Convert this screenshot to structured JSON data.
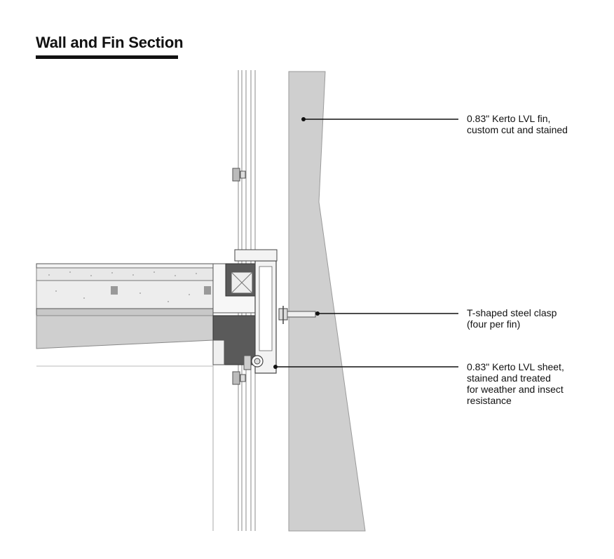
{
  "title": "Wall and Fin Section",
  "labels": {
    "fin": [
      "0.83\" Kerto LVL fin,",
      "custom cut and stained"
    ],
    "clasp": [
      "T-shaped steel clasp",
      "(four per fin)"
    ],
    "sheet": [
      "0.83\" Kerto LVL sheet,",
      "stained and treated",
      "for weather and insect",
      "resistance"
    ]
  },
  "colors": {
    "fin_fill": "#cfcfcf",
    "outline": "#4a4a4a",
    "leader": "#111111",
    "insulation": "#eeeeee",
    "dark_block": "#5a5a5a"
  }
}
